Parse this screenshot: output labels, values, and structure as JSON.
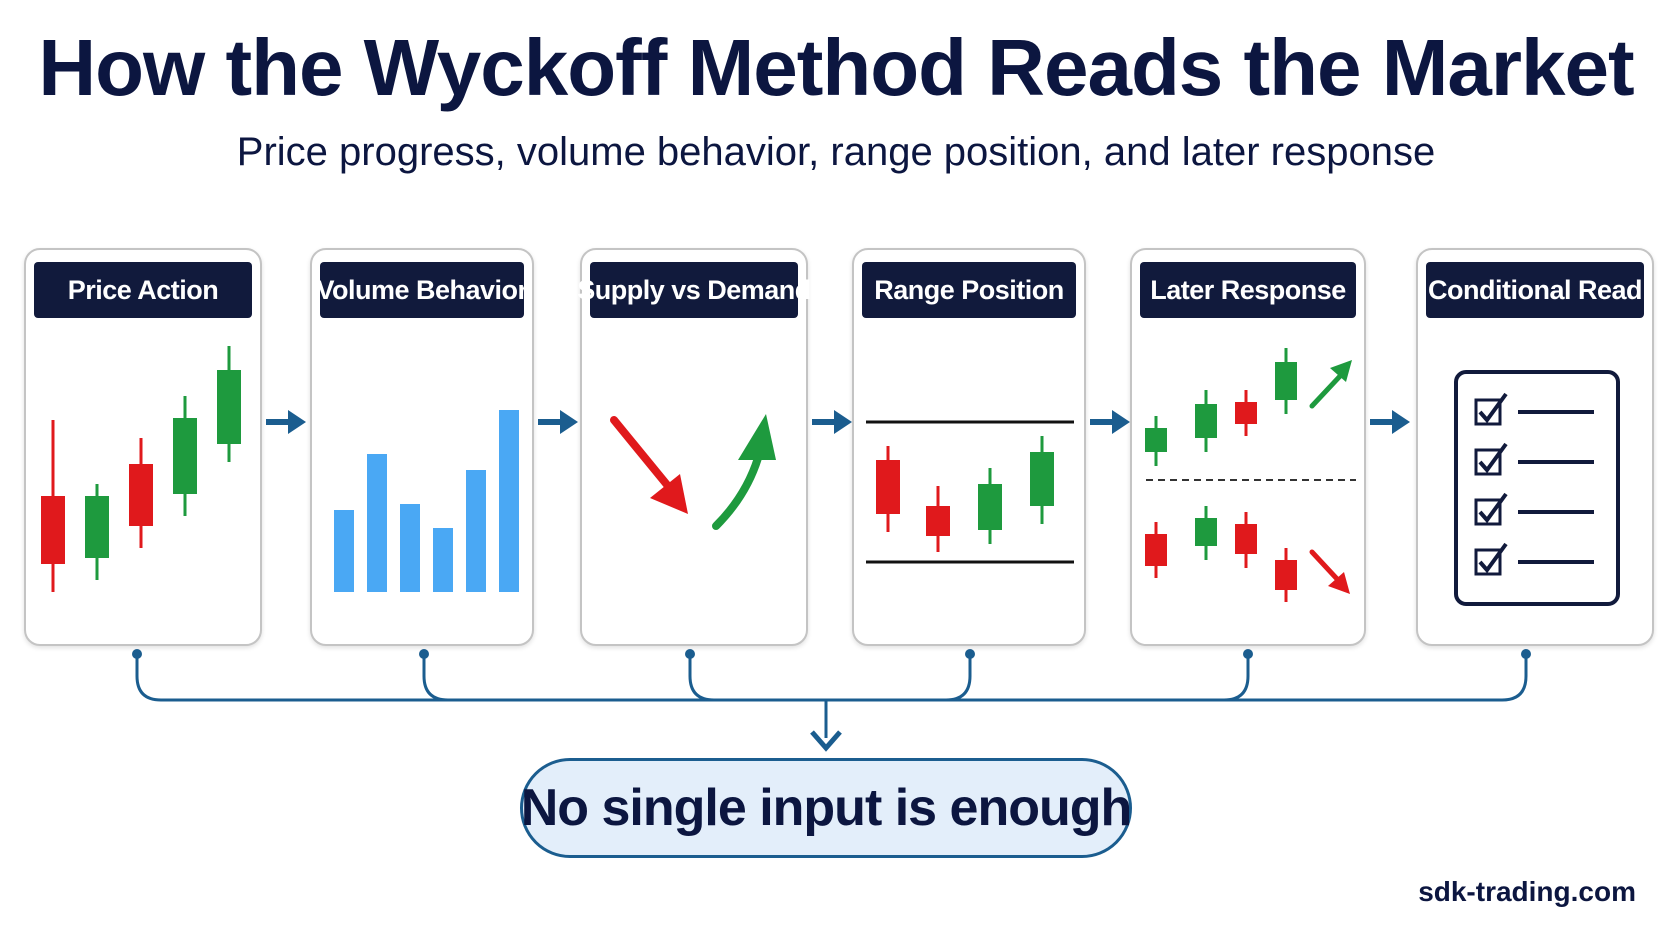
{
  "title": "How the Wyckoff Method Reads the Market",
  "subtitle": "Price progress, volume behavior, range position, and later response",
  "panels": [
    {
      "label": "Price Action"
    },
    {
      "label": "Volume Behavior"
    },
    {
      "label": "Supply vs Demand"
    },
    {
      "label": "Range Position"
    },
    {
      "label": "Later Response"
    },
    {
      "label": "Conditional Read"
    }
  ],
  "conclusion": "No single input is enough",
  "watermark": "sdk-trading.com",
  "colors": {
    "navy": "#111a3c",
    "bullish": "#1e9a3e",
    "bearish": "#e0191c",
    "volume": "#4aa8f4",
    "connector": "#1b5d8f",
    "callout_fill": "#e3eefa"
  },
  "icons": [
    "arrow-right-icon",
    "down-arrow-icon",
    "up-arrow-icon",
    "checkbox-icon"
  ]
}
